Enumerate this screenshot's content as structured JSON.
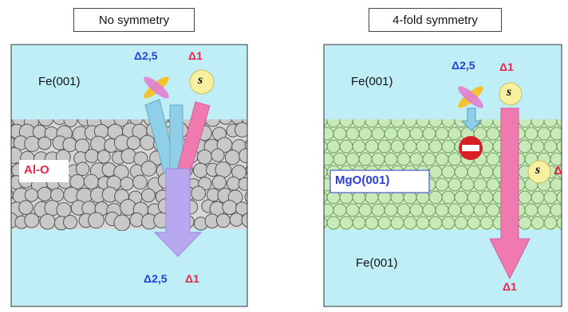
{
  "left_panel": {
    "title": "No symmetry",
    "top_layer": "Fe(001)",
    "barrier": "Al-O",
    "state_a": "Δ2,5",
    "state_b": "Δ1",
    "orbital": "s",
    "bottom_a": "Δ2,5",
    "bottom_b": "Δ1"
  },
  "right_panel": {
    "title": "4-fold symmetry",
    "top_layer": "Fe(001)",
    "barrier": "MgO(001)",
    "bottom_layer": "Fe(001)",
    "state_a": "Δ2,5",
    "state_b": "Δ1",
    "orbital_top": "s",
    "orbital_side": "s",
    "side_delta": "Δ",
    "bottom_b": "Δ1"
  },
  "colors": {
    "fe_layer": "#bfeef7",
    "alo_balls": "#c8c8c8",
    "mgo_balls": "#c8eab8",
    "delta25_text": "#2a3fd6",
    "delta1_text": "#e8264a",
    "arrow_blue": "#8fd0e8",
    "arrow_pink": "#f07ab0",
    "arrow_violet": "#b8a8f0",
    "block_sign": "#d81f26",
    "orbital_fill": "#f6f0a0"
  }
}
